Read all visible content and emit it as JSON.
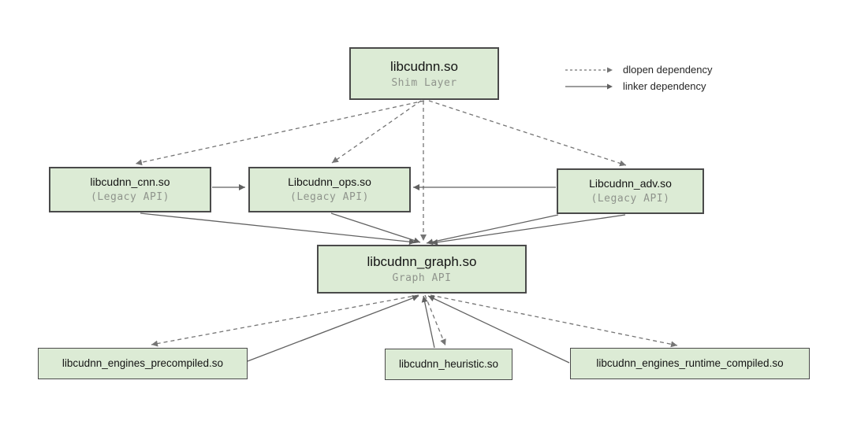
{
  "diagram": {
    "nodes": {
      "shim": {
        "title": "libcudnn.so",
        "subtitle": "Shim Layer"
      },
      "cnn": {
        "title": "libcudnn_cnn.so",
        "subtitle": "(Legacy API)"
      },
      "ops": {
        "title": "Libcudnn_ops.so",
        "subtitle": "(Legacy API)"
      },
      "adv": {
        "title": "Libcudnn_adv.so",
        "subtitle": "(Legacy API)"
      },
      "graph": {
        "title": "libcudnn_graph.so",
        "subtitle": "Graph API"
      },
      "precompiled": {
        "title": "libcudnn_engines_precompiled.so"
      },
      "heuristic": {
        "title": "libcudnn_heuristic.so"
      },
      "runtime": {
        "title": "libcudnn_engines_runtime_compiled.so"
      }
    },
    "legend": {
      "dlopen_label": "dlopen dependency",
      "linker_label": "linker dependency"
    },
    "colors": {
      "node_fill": "#dcebd5",
      "node_border": "#4a4a4a",
      "edge_solid": "#616161",
      "edge_dashed": "#757575",
      "subtitle_text": "#8f948c",
      "title_text": "#141414",
      "legend_text": "#262626"
    }
  }
}
